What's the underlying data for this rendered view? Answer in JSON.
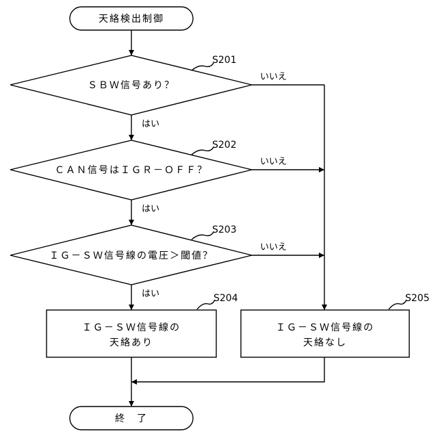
{
  "flowchart": {
    "start": "天絡検出制御",
    "end": "終　了",
    "decisions": [
      {
        "step": "S201",
        "question": "ＳＢＷ信号あり？",
        "yes": "はい",
        "no": "いいえ"
      },
      {
        "step": "S202",
        "question": "ＣＡＮ信号はＩＧＲ－ＯＦＦ？",
        "yes": "はい",
        "no": "いいえ"
      },
      {
        "step": "S203",
        "question": "ＩＧ－ＳＷ信号線の電圧＞閾値？",
        "yes": "はい",
        "no": "いいえ"
      }
    ],
    "processes": [
      {
        "step": "S204",
        "line1": "ＩＧ－ＳＷ信号線の",
        "line2": "天絡あり"
      },
      {
        "step": "S205",
        "line1": "ＩＧ－ＳＷ信号線の",
        "line2": "天絡なし"
      }
    ]
  }
}
